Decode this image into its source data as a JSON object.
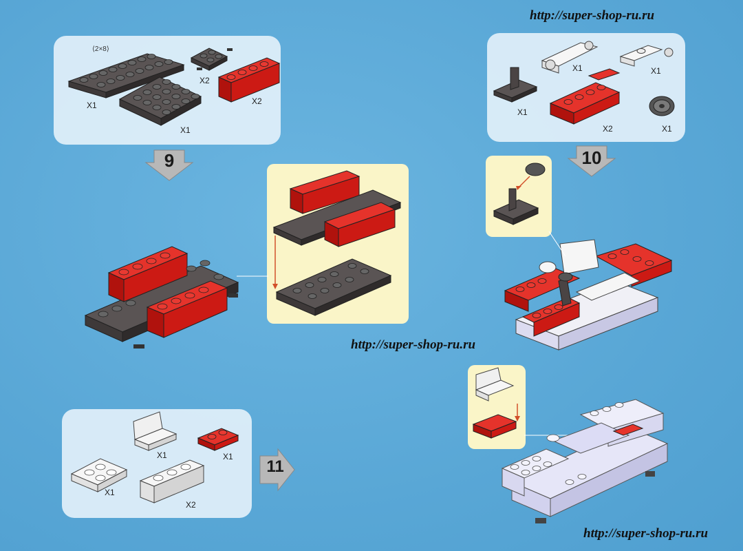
{
  "watermark": "http://super-shop-ru.ru",
  "steps": {
    "step9": "9",
    "step10": "10",
    "step11": "11"
  },
  "parts9": {
    "plate_size": "⟨2×8⟩",
    "q_plate28": "X1",
    "q_plate44": "X1",
    "q_small": "X2",
    "q_red": "X2"
  },
  "parts10": {
    "q_hinge1": "X1",
    "q_hinge2": "X1",
    "q_chair": "X1",
    "q_redmud": "X2",
    "q_wheel": "X1"
  },
  "parts11": {
    "q_seat": "X1",
    "q_red12": "X1",
    "q_plate22": "X1",
    "q_brick13": "X2"
  },
  "colors": {
    "red": "#d8201b",
    "dark": "#4a4444",
    "white": "#f6f6f6",
    "lav": "#dcdcf5",
    "bg": "#5aa9d8"
  }
}
